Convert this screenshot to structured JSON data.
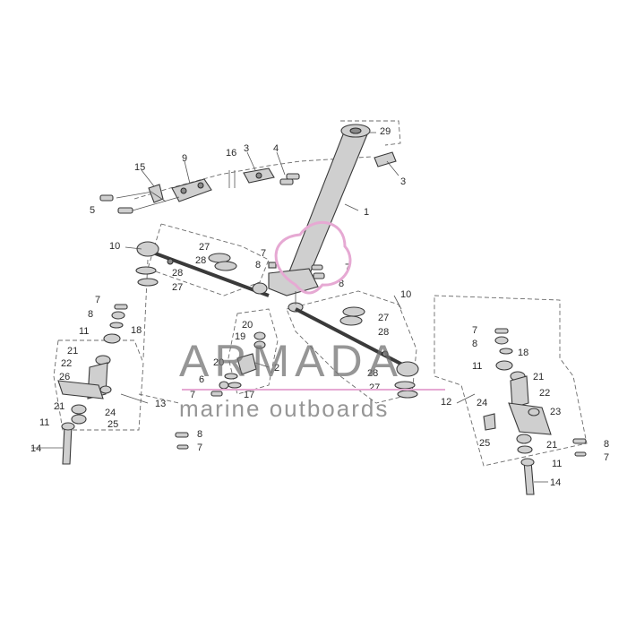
{
  "diagram": {
    "callouts": [
      "29",
      "1",
      "3",
      "9",
      "15",
      "16",
      "3",
      "4",
      "5",
      "10",
      "27",
      "28",
      "7",
      "8",
      "7",
      "8",
      "28",
      "27",
      "10",
      "27",
      "28",
      "7",
      "8",
      "18",
      "11",
      "20",
      "19",
      "20",
      "6",
      "7",
      "17",
      "21",
      "22",
      "26",
      "21",
      "11",
      "24",
      "25",
      "13",
      "14",
      "8",
      "7",
      "28",
      "27",
      "12",
      "7",
      "8",
      "18",
      "11",
      "21",
      "22",
      "24",
      "23",
      "25",
      "21",
      "11",
      "8",
      "7",
      "14",
      "2"
    ]
  },
  "watermark": {
    "brand": "ARMADA",
    "tagline": "marine outboards",
    "accent_color": "#e6a9d3"
  }
}
